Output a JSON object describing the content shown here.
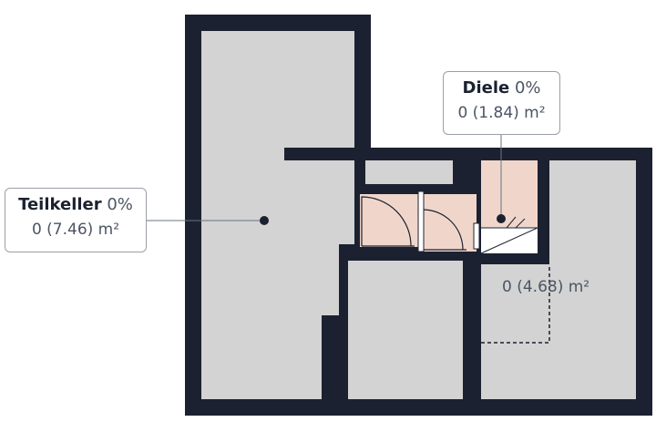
{
  "colors": {
    "wall": "#1b2130",
    "room_grey": "#d3d3d3",
    "room_beige": "#f0d6ca",
    "background": "#ffffff"
  },
  "rooms": {
    "teilkeller": {
      "name": "Teilkeller",
      "percent": "0%",
      "area": "0 (7.46) m²"
    },
    "diele": {
      "name": "Diele",
      "percent": "0%",
      "area": "0 (1.84) m²"
    },
    "room3": {
      "area": "0 (4.68) m²"
    }
  }
}
